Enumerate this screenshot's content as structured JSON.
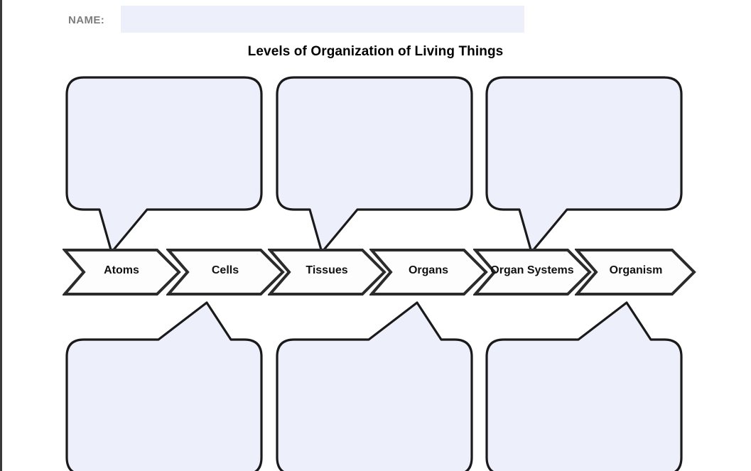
{
  "page": {
    "title": "Levels of Organization of Living Things",
    "background_color": "#ffffff",
    "accent_fill": "#edf0fb",
    "outline_color": "#1a1a1a",
    "edge_bar_color": "#3a3a3a"
  },
  "name_field": {
    "label": "NAME:",
    "value": "",
    "placeholder": ""
  },
  "flow": {
    "steps": [
      {
        "label": "Atoms"
      },
      {
        "label": "Cells"
      },
      {
        "label": "Tissues"
      },
      {
        "label": "Organs"
      },
      {
        "label": "Organ\nSystems"
      },
      {
        "label": "Organism"
      }
    ]
  },
  "top_callouts": [
    {
      "text": ""
    },
    {
      "text": ""
    },
    {
      "text": ""
    }
  ],
  "bottom_callouts": [
    {
      "text": ""
    },
    {
      "text": ""
    },
    {
      "text": ""
    }
  ]
}
